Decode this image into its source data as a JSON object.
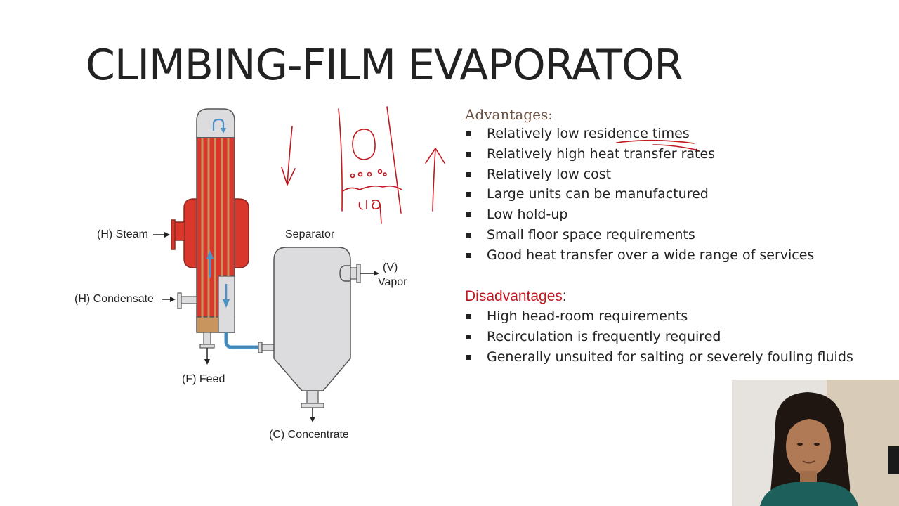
{
  "slide": {
    "title": "CLIMBING-FILM EVAPORATOR"
  },
  "diagram": {
    "labels": {
      "steam": "(H) Steam",
      "condensate": "(H) Condensate",
      "feed": "(F) Feed",
      "separator": "Separator",
      "vapor_symbol": "(V)",
      "vapor": "Vapor",
      "concentrate": "(C) Concentrate"
    },
    "annotation_text": "Liq"
  },
  "advantages": {
    "heading": "Advantages:",
    "items": [
      "Relatively low residence times",
      "Relatively high heat transfer rates",
      "Relatively low cost",
      "Large units can be manufactured",
      "Low hold-up",
      "Small floor space requirements",
      "Good heat transfer over a wide range of services"
    ]
  },
  "disadvantages": {
    "heading": "Disadvantages",
    "colon": ":",
    "items": [
      "High head-room requirements",
      "Recirculation is frequently required",
      "Generally unsuited for salting or severely fouling fluids"
    ]
  },
  "colors": {
    "steam_red": "#d9372c",
    "tube_tan": "#c8955e",
    "shell_gray": "#d9d9db",
    "feed_blue": "#4a93c6",
    "ink_red": "#c0191f",
    "advantages_brown": "#6b4f3f"
  }
}
